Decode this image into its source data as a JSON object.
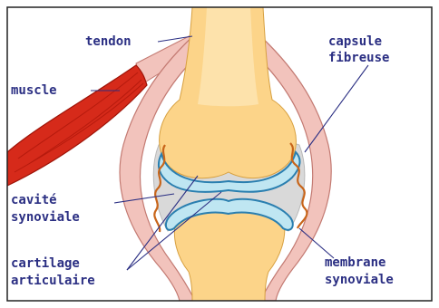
{
  "diagram": {
    "labels": {
      "tendon": "tendon",
      "muscle": "muscle",
      "capsule_line1": "capsule",
      "capsule_line2": "fibreuse",
      "cavite_line1": "cavité",
      "cavite_line2": "synoviale",
      "cartilage_line1": "cartilage",
      "cartilage_line2": "articulaire",
      "membrane_line1": "membrane",
      "membrane_line2": "synoviale"
    },
    "colors": {
      "label_text": "#2b2f83",
      "leader_line": "#2b2f83",
      "bone": "#fcd489",
      "bone_core": "#fde2ab",
      "cartilage": "#bfe6f2",
      "cartilage_outline": "#2a7fb0",
      "capsule": "#f2c3bc",
      "capsule_outline": "#c37a72",
      "synovial_membrane": "#c8651a",
      "synovial_cavity": "#d8d8d8",
      "muscle": "#d62a1a",
      "muscle_stripe": "#a81408"
    }
  }
}
